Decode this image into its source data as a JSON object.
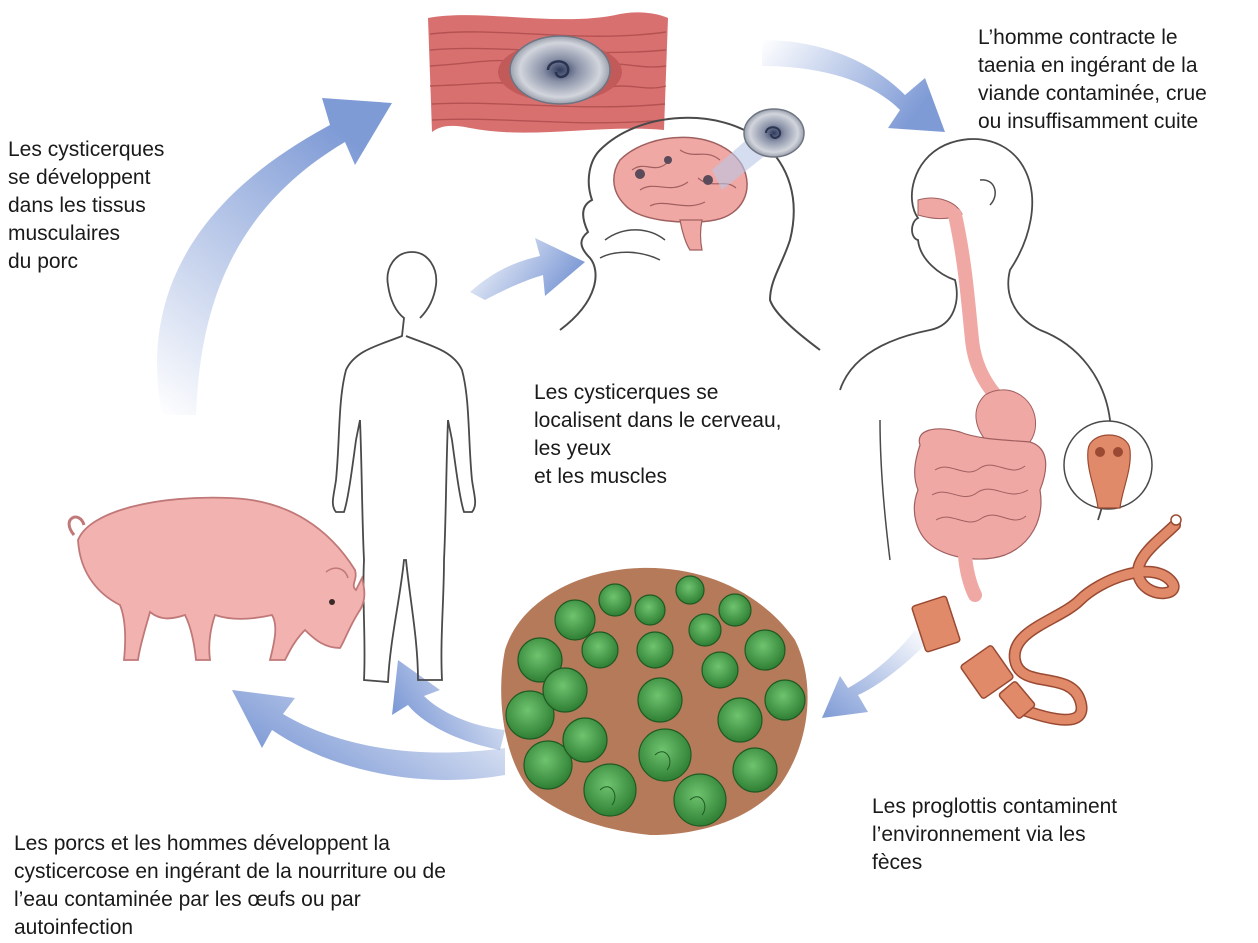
{
  "labels": {
    "muscle": [
      "Les cysticerques",
      "se développent",
      "dans les tissus",
      "musculaires",
      "du porc"
    ],
    "ingestion": [
      "L’homme contracte le",
      "taenia en ingérant de la",
      "viande contaminée, crue",
      "ou insuffisamment cuite"
    ],
    "localisation": [
      "Les cysticerques se",
      "localisent dans le cerveau,",
      "les yeux",
      "et les muscles"
    ],
    "environment": [
      "Les proglottis contaminent",
      "l’environnement via les",
      "fèces"
    ],
    "cysticercosis": [
      "Les porcs et les hommes développent la",
      "cysticercose en ingérant de la nourriture ou de",
      "l’eau contaminée par les œufs ou par",
      "autoinfection"
    ]
  },
  "colors": {
    "arrow": "#7f9bd6",
    "muscle": "#d97070",
    "pig": "#f2b3b0",
    "organ": "#f0a8a4",
    "tapeworm": "#e08a6a",
    "cabbage": "#3f9a3f",
    "soil": "#b57a5a",
    "outline": "#4a4a4a",
    "cyst": "#b9bcc4"
  }
}
